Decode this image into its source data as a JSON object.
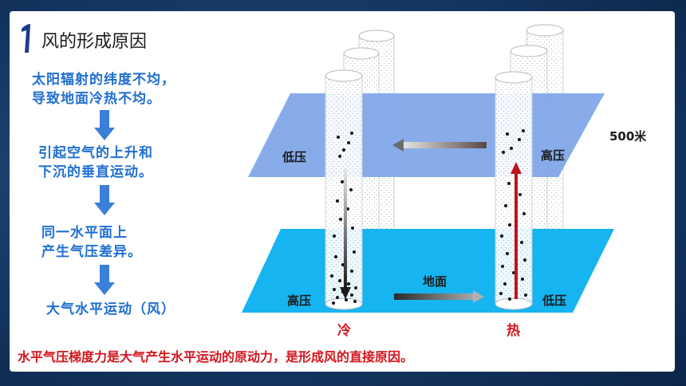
{
  "title": "风的形成原因",
  "title_icon": "number-one-brush-icon",
  "steps": [
    {
      "lines": [
        "太阳辐射的纬度不均，",
        "导致地面冷热不均。"
      ]
    },
    {
      "lines": [
        "引起空气的上升和",
        "下沉的垂直运动。"
      ]
    },
    {
      "lines": [
        "同一水平面上",
        "产生气压差异。"
      ]
    },
    {
      "lines": [
        "大气水平运动（风）"
      ]
    }
  ],
  "diagram": {
    "upper_left_label": "低压",
    "upper_right_label": "高压",
    "lower_left_label": "高压",
    "lower_right_label": "低压",
    "ground_label": "地面",
    "altitude_label": "500米",
    "cold_label": "冷",
    "hot_label": "热"
  },
  "colors": {
    "upper_plane": "#7fa6e8",
    "lower_plane": "#16b4f0",
    "step_text": "#1f6fd1",
    "arrow_fill": "#3a7fd9",
    "rising_arrow": "#c0141c",
    "note_text": "#d4141c"
  },
  "note": "水平气压梯度力是大气产生水平运动的原动力，是形成风的直接原因。"
}
